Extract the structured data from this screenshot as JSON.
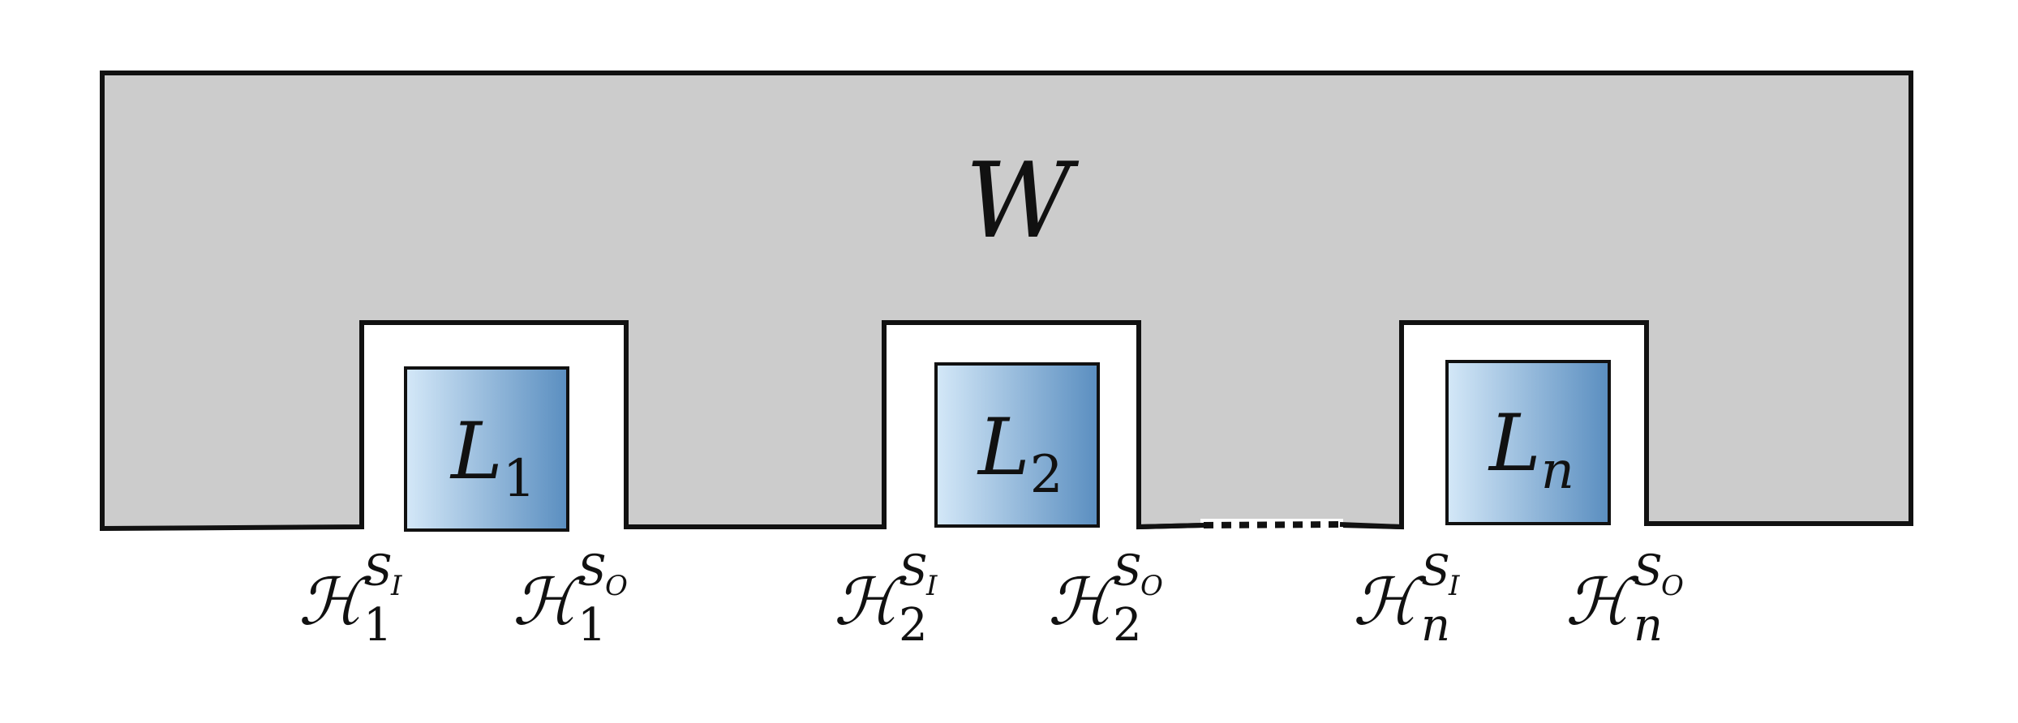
{
  "world": {
    "label": "W"
  },
  "colors": {
    "world_fill": "#cccccc",
    "outline": "#111111",
    "box_gradient_start": "#d4e8f8",
    "box_gradient_end": "#5a8ec0"
  },
  "components": [
    {
      "label": "L",
      "sub": "1",
      "in": {
        "glyph": "ℋ",
        "sub": "1",
        "sup": "S",
        "supsub": "I"
      },
      "out": {
        "glyph": "ℋ",
        "sub": "1",
        "sup": "S",
        "supsub": "O"
      }
    },
    {
      "label": "L",
      "sub": "2",
      "in": {
        "glyph": "ℋ",
        "sub": "2",
        "sup": "S",
        "supsub": "I"
      },
      "out": {
        "glyph": "ℋ",
        "sub": "2",
        "sup": "S",
        "supsub": "O"
      }
    },
    {
      "label": "L",
      "sub": "n",
      "in": {
        "glyph": "ℋ",
        "sub": "n",
        "sup": "S",
        "supsub": "I"
      },
      "out": {
        "glyph": "ℋ",
        "sub": "n",
        "sup": "S",
        "supsub": "O"
      }
    }
  ]
}
